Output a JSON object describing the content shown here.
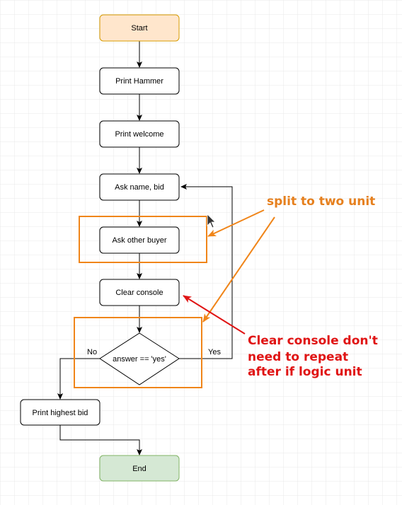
{
  "colors": {
    "grid": "#e8e8e8",
    "start_fill": "#ffe6cc",
    "start_stroke": "#d79b00",
    "end_fill": "#d5e8d4",
    "end_stroke": "#82b366",
    "node_stroke": "#000000",
    "highlight_orange": "#f08519",
    "annotation_orange": "#e6801e",
    "annotation_red": "#e01414"
  },
  "nodes": {
    "start": "Start",
    "print_hammer": "Print Hammer",
    "print_welcome": "Print welcome",
    "ask_name_bid": "Ask name, bid",
    "ask_other_buyer": "Ask other buyer",
    "clear_console": "Clear console",
    "decision": "answer == 'yes'",
    "print_highest_bid": "Print highest bid",
    "end": "End"
  },
  "edge_labels": {
    "no": "No",
    "yes": "Yes"
  },
  "annotations": {
    "split": "split to two unit",
    "clear_line1": "Clear console don't",
    "clear_line2": "need to repeat",
    "clear_line3": "after if logic unit"
  }
}
